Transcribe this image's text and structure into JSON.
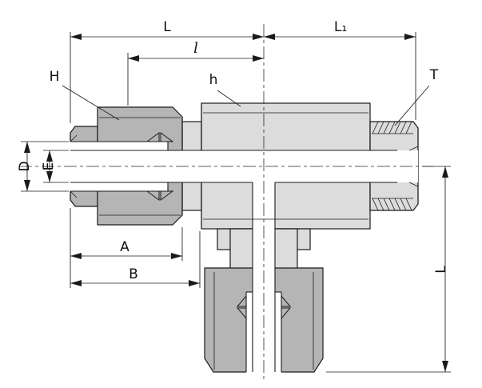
{
  "diagram": {
    "labels": {
      "L_top": "L",
      "L1": "L₁",
      "l_small": "l",
      "H": "H",
      "h": "h",
      "T": "T",
      "D": "D",
      "E": "E",
      "A": "A",
      "B": "B",
      "L_branch": "L"
    },
    "colors": {
      "line": "#1b1b1b",
      "nut_fill": "#b5b5b5",
      "body_fill": "#dcdcdc",
      "bore_fill": "#ffffff",
      "background": "#ffffff"
    }
  }
}
